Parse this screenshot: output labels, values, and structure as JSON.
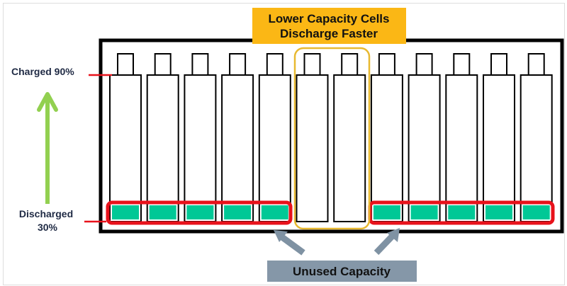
{
  "title_box": {
    "line1": "Lower Capacity Cells",
    "line2": "Discharge Faster"
  },
  "labels": {
    "charged": "Charged 90%",
    "discharged_line1": "Discharged",
    "discharged_line2": "30%"
  },
  "unused_box": {
    "label": "Unused Capacity"
  },
  "cells": {
    "count": 12,
    "low_capacity_indices": [
      5,
      6
    ],
    "charged_level_percent": 90,
    "discharged_level_percent": 30
  },
  "colors": {
    "title_box": "#FBB715",
    "unused_box": "#8597A8",
    "cell_fill": "#00C896",
    "highlight_red": "#E8121B",
    "highlight_yellow": "#E8B931",
    "arrow_green": "#92D050",
    "arrow_grey": "#7F92A3"
  }
}
